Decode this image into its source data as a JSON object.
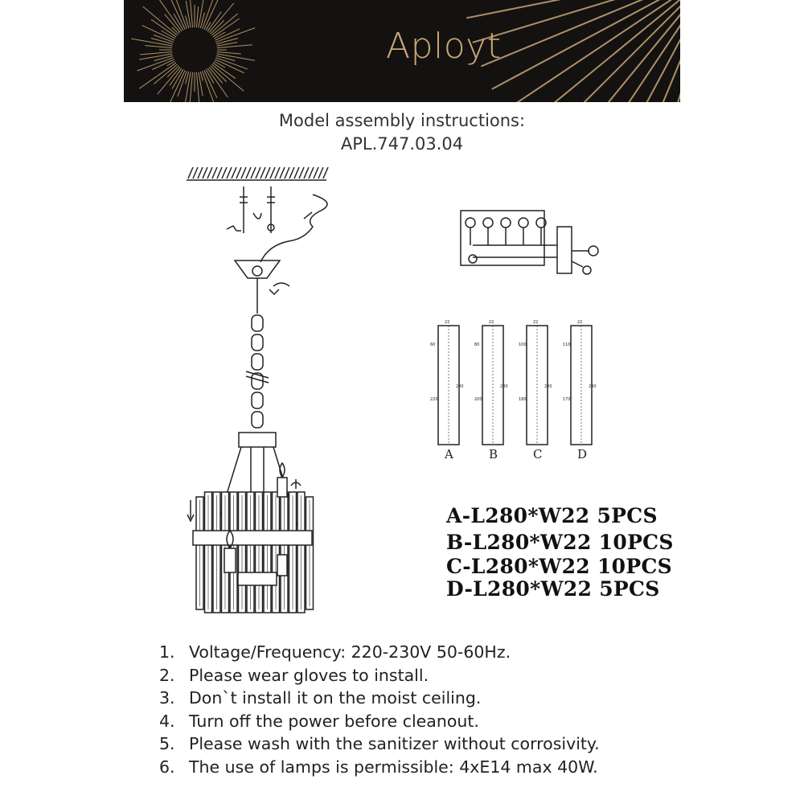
{
  "header": {
    "brand": "Aployt",
    "colors": {
      "background": "#141210",
      "gold": "#c9a77a"
    }
  },
  "document": {
    "title_line1": "Model assembly instructions:",
    "title_line2": "APL.747.03.04"
  },
  "drawing": {
    "crystal_labels": [
      "A",
      "B",
      "C",
      "D"
    ],
    "crystal_dimensions": [
      {
        "top": "22",
        "a": "60",
        "b": "220",
        "total": "280"
      },
      {
        "top": "22",
        "a": "80",
        "b": "200",
        "total": "280"
      },
      {
        "top": "22",
        "a": "100",
        "b": "180",
        "total": "280"
      },
      {
        "top": "22",
        "a": "110",
        "b": "170",
        "total": "280"
      }
    ]
  },
  "parts": [
    "A-L280*W22 5PCS",
    "B-L280*W22 10PCS",
    "C-L280*W22 10PCS",
    "D-L280*W22 5PCS"
  ],
  "notes": [
    {
      "num": "1.",
      "text": "Voltage/Frequency: 220-230V 50-60Hz."
    },
    {
      "num": "2.",
      "text": "Please wear gloves to install."
    },
    {
      "num": "3.",
      "text": "Don`t install it on the moist ceiling."
    },
    {
      "num": "4.",
      "text": "Turn off the power before cleanout."
    },
    {
      "num": "5.",
      "text": "Please wash with the sanitizer without corrosivity."
    },
    {
      "num": "6.",
      "text": "The use of lamps is permissible: 4xE14 max 40W."
    }
  ]
}
